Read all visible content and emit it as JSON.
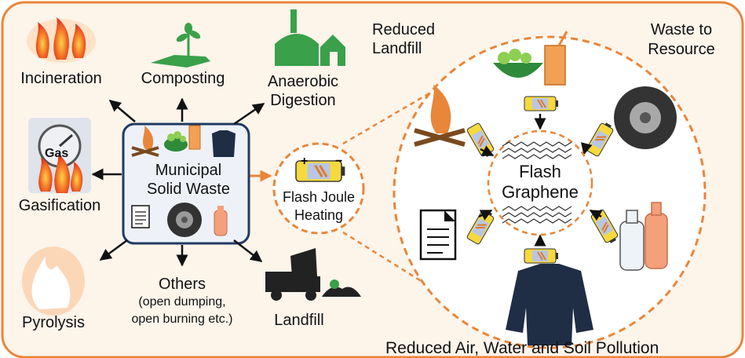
{
  "methods": {
    "incineration": "Incineration",
    "composting": "Composting",
    "anaerobic_line1": "Anaerobic",
    "anaerobic_line2": "Digestion",
    "gasification": "Gasification",
    "gas_gauge_label": "Gas",
    "pyrolysis": "Pyrolysis",
    "others": "Others",
    "others_note1": "(open dumping,",
    "others_note2": "open burning etc.)",
    "landfill": "Landfill"
  },
  "center": {
    "line1": "Municipal",
    "line2": "Solid Waste"
  },
  "process": {
    "line1": "Flash Joule",
    "line2": "Heating"
  },
  "benefits": {
    "reduced_landfill_line1": "Reduced",
    "reduced_landfill_line2": "Landfill",
    "waste_to_resource_line1": "Waste to",
    "waste_to_resource_line2": "Resource",
    "reduced_pollution": "Reduced Air, Water and Soil Pollution"
  },
  "product": {
    "line1": "Flash",
    "line2": "Graphene"
  },
  "colors": {
    "accent_orange": "#e8863a",
    "panel_fill": "#fdf4ea",
    "box_border": "#1f3b63",
    "battery_yellow": "#f5d93e",
    "green": "#3aa04a",
    "fire_red": "#e3361c"
  }
}
